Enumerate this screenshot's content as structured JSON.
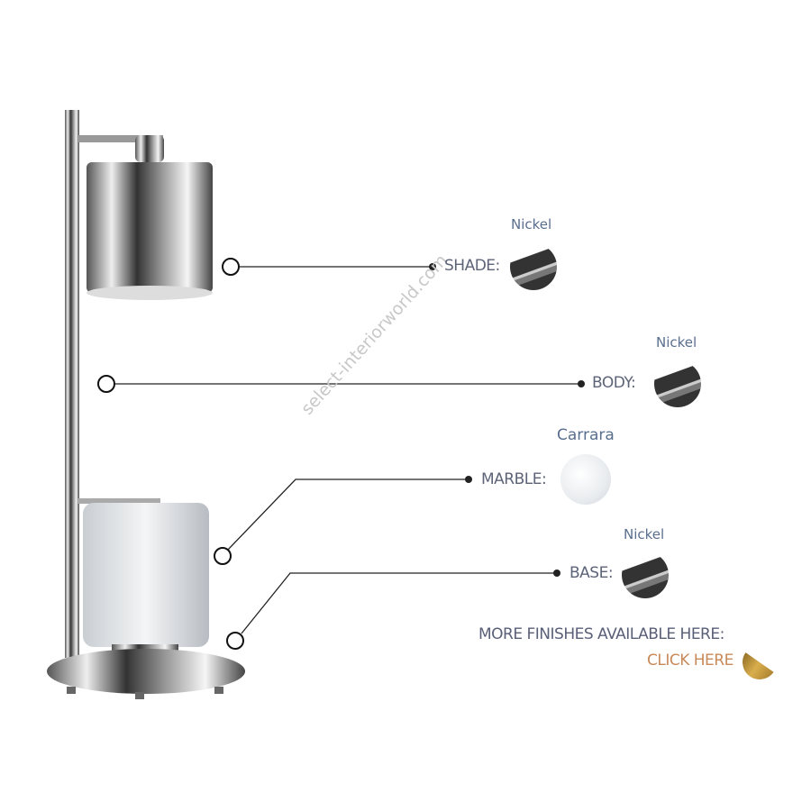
{
  "watermark": "select-interiorworld.com",
  "parts": [
    {
      "label": "SHADE:",
      "finish": "Nickel"
    },
    {
      "label": "BODY:",
      "finish": "Nickel"
    },
    {
      "label": "MARBLE:",
      "finish": "Carrara"
    },
    {
      "label": "BASE:",
      "finish": "Nickel"
    }
  ],
  "more": "MORE FINISHES AVAILABLE HERE:",
  "click": "CLICK HERE",
  "colors": {
    "gold": "#b8862e",
    "label": "#5d6478",
    "click": "#c98a5a"
  }
}
